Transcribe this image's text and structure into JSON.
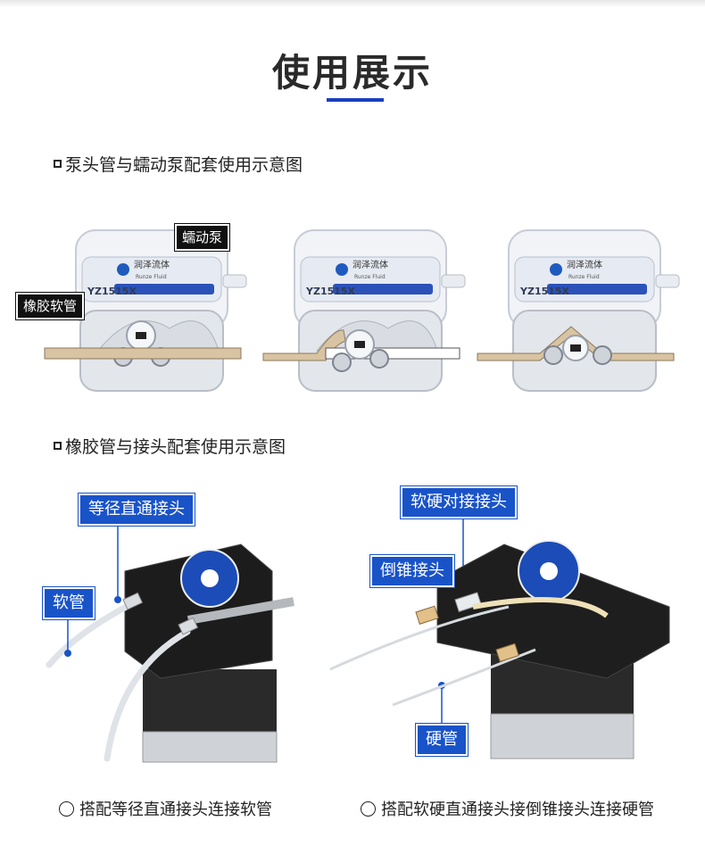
{
  "header": {
    "title": "使用展示"
  },
  "section1": {
    "heading": "泵头管与蠕动泵配套使用示意图",
    "labels": {
      "pump": "蠕动泵",
      "hose": "橡胶软管"
    },
    "pumps": [
      {
        "brand_cn": "润泽流体",
        "brand_en": "Runze Fluid",
        "model": "YZ1515X"
      },
      {
        "brand_cn": "润泽流体",
        "brand_en": "Runze Fluid",
        "model": "YZ1515X"
      },
      {
        "brand_cn": "润泽流体",
        "brand_en": "Runze Fluid",
        "model": "YZ1515X"
      }
    ]
  },
  "section2": {
    "heading": "橡胶管与接头配套使用示意图",
    "left": {
      "labels": {
        "fitting": "等径直通接头",
        "tube": "软管"
      },
      "caption": "搭配等径直通接头连接软管"
    },
    "right": {
      "labels": {
        "soft_hard": "软硬对接接头",
        "barb": "倒锥接头",
        "hard_tube": "硬管"
      },
      "caption": "搭配软硬直通接头接倒锥接头连接硬管"
    }
  },
  "colors": {
    "accent": "#1953c8",
    "underline": "#1a3fc1",
    "hose": "#d8c3a2",
    "motor": "#1e1e1e"
  }
}
